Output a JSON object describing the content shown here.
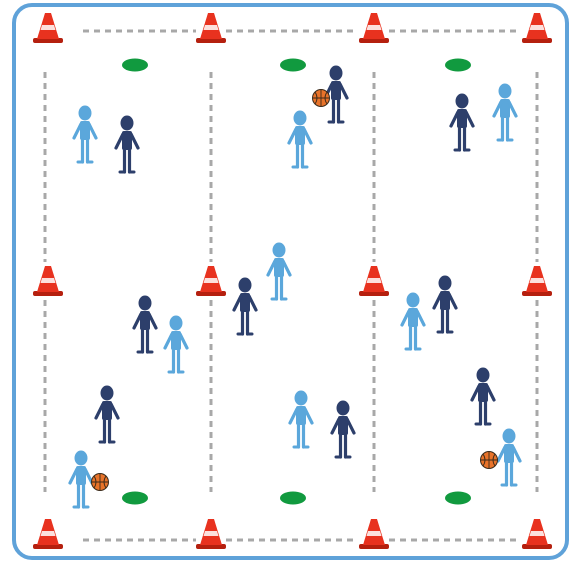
{
  "colors": {
    "border": "#5fa2d9",
    "background": "#ffffff",
    "lines": "#a8a8a8",
    "cone": "#e8321f",
    "cone_dark": "#b5200f",
    "marker_disc": "#119a3f",
    "attacker": "#5ba7db",
    "defender": "#2d3f6b",
    "ball": "#e8732a"
  },
  "icons": {
    "cone": "traffic-cone-icon",
    "disc": "flat-marker-disc-icon",
    "light_player": "attacker-player-icon",
    "dark_player": "defender-player-icon",
    "ball": "basketball-icon"
  },
  "layout_description": {
    "grids": 3,
    "rows_per_grid": 2,
    "cones": 12,
    "marker_discs": 6,
    "light_players": 9,
    "dark_players": 9,
    "balls": 3
  }
}
